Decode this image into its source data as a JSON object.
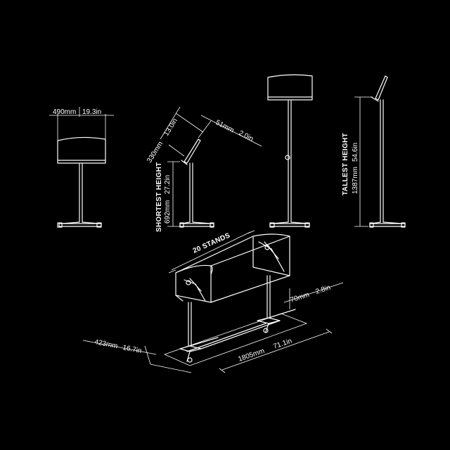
{
  "colors": {
    "background": "#000000",
    "line": "#ffffff"
  },
  "front_view": {
    "width_mm": "490mm",
    "width_in": "19.3in"
  },
  "short_view": {
    "tray_mm": "330mm",
    "tray_in": "13.0in",
    "depth_mm": "51mm",
    "depth_in": "2.0in",
    "height_label": "SHORTEST HEIGHT",
    "height_mm": "692mm",
    "height_in": "27.2in"
  },
  "tall_view": {
    "height_label": "TALLEST HEIGHT",
    "height_mm": "1387mm",
    "height_in": "54.6in"
  },
  "iso_view": {
    "stands_label": "20 STANDS",
    "spacing_mm": "70mm",
    "spacing_in": "2.8in",
    "depth_mm": "423mm",
    "depth_in": "16.7in",
    "length_mm": "1805mm",
    "length_in": "71.1in"
  }
}
